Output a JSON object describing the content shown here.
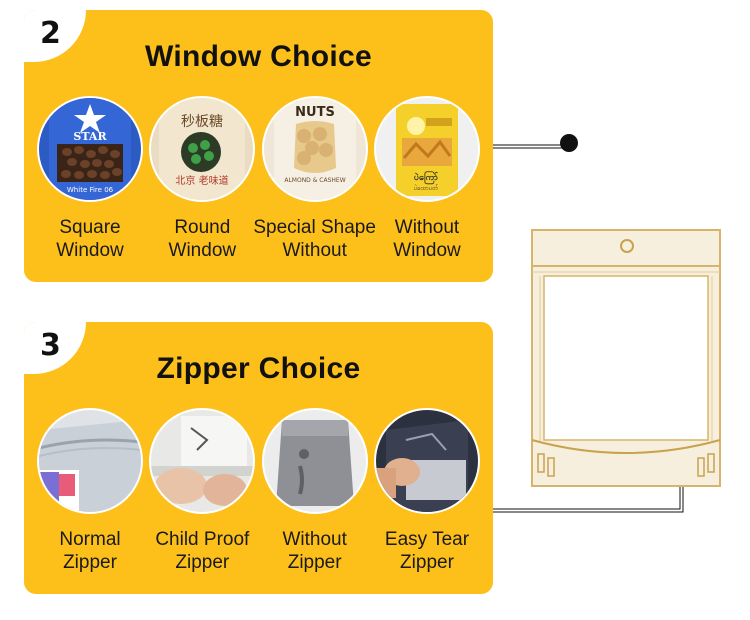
{
  "sections": [
    {
      "number": "2",
      "title": "Window Choice",
      "items": [
        {
          "icon": "coffee-bag-star-window-icon",
          "line1": "Square",
          "line2": "Window",
          "image_text": "STAR",
          "image_subtext": "White Fire 06"
        },
        {
          "icon": "candy-bag-round-window-icon",
          "line1": "Round",
          "line2": "Window",
          "image_text": "秒板糖",
          "image_subtext": "北京 老味道"
        },
        {
          "icon": "nuts-bag-shaped-window-icon",
          "line1": "Special Shape",
          "line2": "Without",
          "image_text": "NUTS",
          "image_subtext": "ALMOND & CASHEW"
        },
        {
          "icon": "snack-bag-no-window-icon",
          "line1": "Without",
          "line2": "Window",
          "image_text": "ပဲကြော်",
          "image_subtext": "ပဲထောပတ်"
        }
      ]
    },
    {
      "number": "3",
      "title": "Zipper Choice",
      "items": [
        {
          "icon": "normal-zipper-bag-icon",
          "line1": "Normal",
          "line2": "Zipper"
        },
        {
          "icon": "child-proof-zipper-icon",
          "line1": "Child Proof",
          "line2": "Zipper"
        },
        {
          "icon": "no-zipper-bag-icon",
          "line1": "Without",
          "line2": "Zipper"
        },
        {
          "icon": "easy-tear-zipper-icon",
          "line1": "Easy Tear",
          "line2": "Zipper"
        }
      ]
    }
  ],
  "colors": {
    "panel": "#fdbf1a",
    "bag_fill": "#f7efdd",
    "bag_stroke": "#d7b46a",
    "connector": "#111111"
  }
}
